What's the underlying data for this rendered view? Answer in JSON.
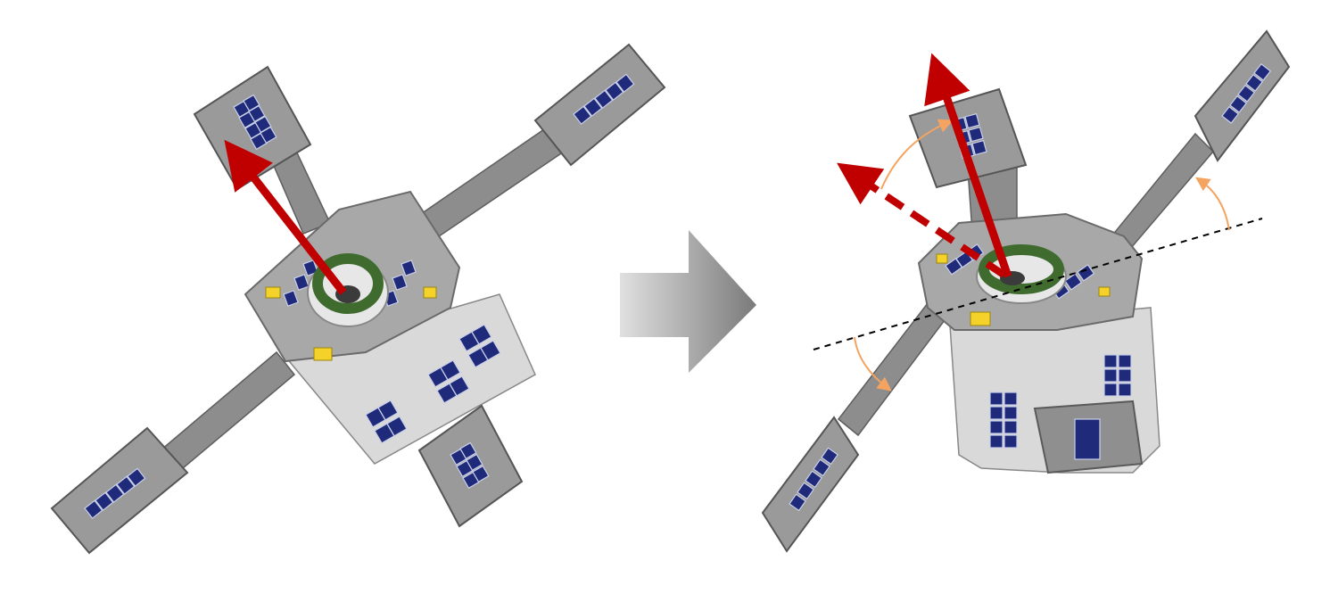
{
  "figure": {
    "description_items": [],
    "before_state": {
      "arrow": "solid-red"
    },
    "after_state": {
      "arrow": "solid-red",
      "previous_arrow": "dashed-red",
      "rotation_indicators": "orange-arcs",
      "hinge_axis": "black-dashed-line"
    },
    "transition_arrow": "gray-gradient-block-arrow",
    "colors": {
      "pointing_arrow": "#c00000",
      "rotation_arc": "#f4a460",
      "solar_cell": "#1f2b7a",
      "structure": "#8f8f8f",
      "hinge_axis": "#000000",
      "transition_gradient_start": "#e0e0e0",
      "transition_gradient_end": "#7a7a7a"
    }
  }
}
